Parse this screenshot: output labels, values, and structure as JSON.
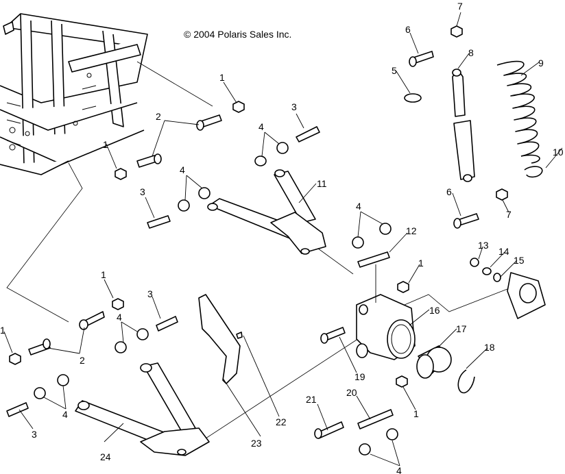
{
  "copyright": "© 2004 Polaris Sales Inc.",
  "callouts": {
    "c1a": "1",
    "c1b": "1",
    "c1c": "1",
    "c1d": "1",
    "c1e": "1",
    "c1f": "1",
    "c2a": "2",
    "c2b": "2",
    "c3a": "3",
    "c3b": "3",
    "c3c": "3",
    "c3d": "3",
    "c4a": "4",
    "c4b": "4",
    "c4c": "4",
    "c4d": "4",
    "c4e": "4",
    "c4f": "4",
    "c5": "5",
    "c6a": "6",
    "c6b": "6",
    "c7a": "7",
    "c7b": "7",
    "c8": "8",
    "c9": "9",
    "c10": "10",
    "c11": "11",
    "c12": "12",
    "c13": "13",
    "c14": "14",
    "c15": "15",
    "c16": "16",
    "c17": "17",
    "c18": "18",
    "c19": "19",
    "c20": "20",
    "c21": "21",
    "c22": "22",
    "c23": "23",
    "c24": "24"
  }
}
